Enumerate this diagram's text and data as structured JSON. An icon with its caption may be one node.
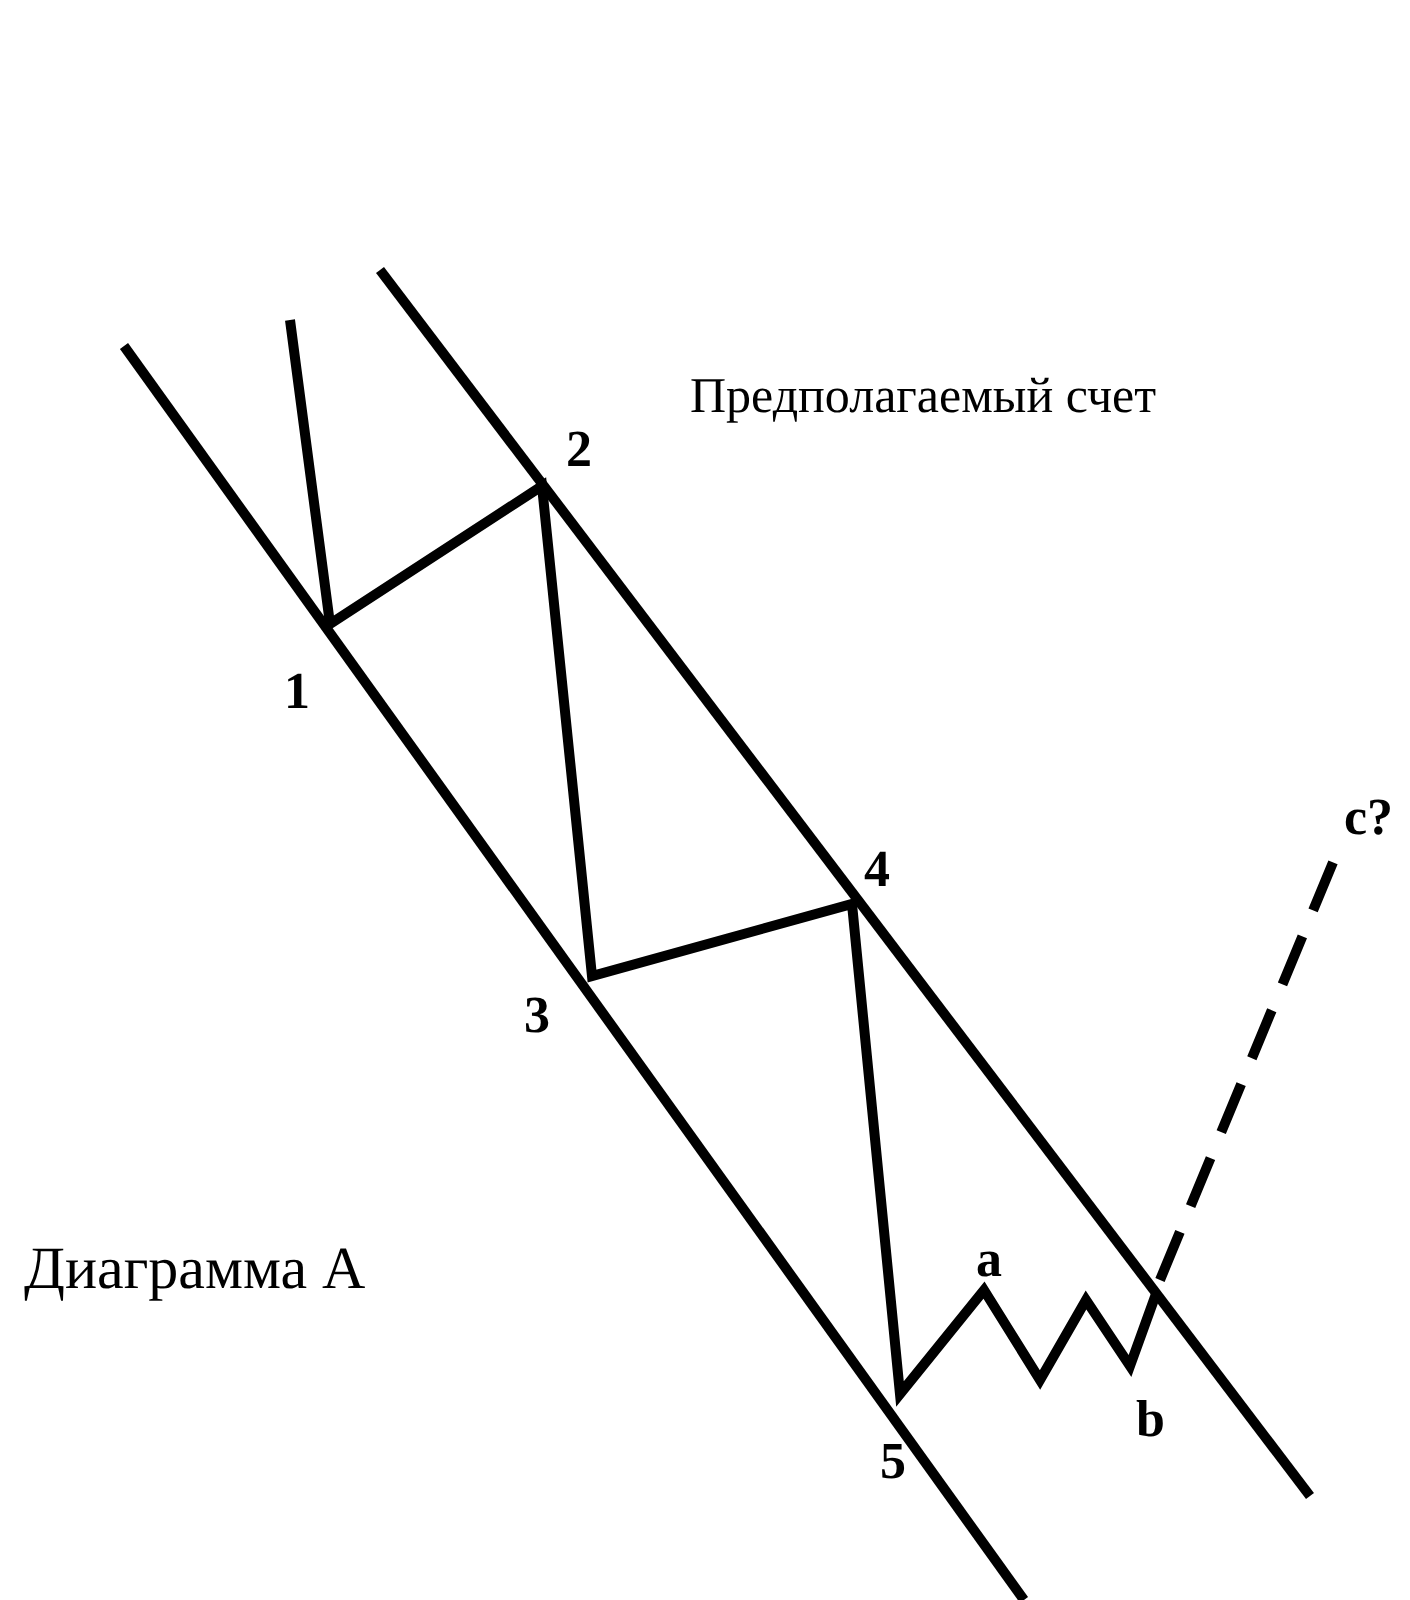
{
  "diagram": {
    "labels": [
      "Предполагаемый счет",
      "2",
      "1",
      "4",
      "c?",
      "3",
      "Диаграмма А",
      "a",
      "b",
      "5"
    ]
  }
}
